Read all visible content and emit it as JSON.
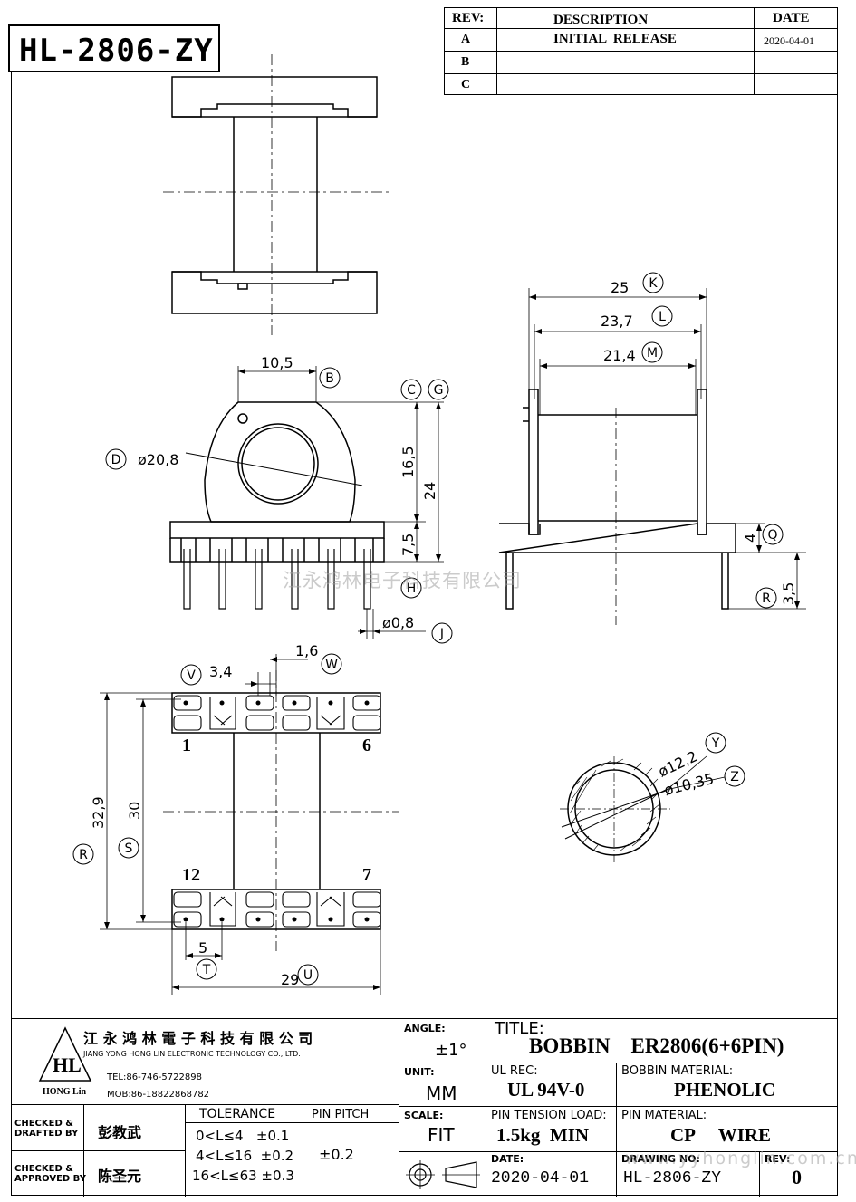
{
  "part_no": "HL-2806-ZY",
  "rev_table": {
    "headers": {
      "rev": "REV:",
      "desc": "DESCRIPTION",
      "date": "DATE"
    },
    "rows": [
      {
        "rev": "A",
        "desc": "INITIAL  RELEASE",
        "date": "2020-04-01"
      },
      {
        "rev": "B",
        "desc": "",
        "date": ""
      },
      {
        "rev": "C",
        "desc": "",
        "date": ""
      }
    ]
  },
  "dims": {
    "K": "25",
    "L": "23,7",
    "M": "21,4",
    "B": "10,5",
    "D": "ø20,8",
    "C": "16,5",
    "G": "24",
    "H": "7,5",
    "J": "ø0,8",
    "Q": "4",
    "R": "3,5",
    "V": "3,4",
    "W": "1,6",
    "R2": "32,9",
    "S": "30",
    "T": "5",
    "U": "29",
    "Y": "ø12,2",
    "Z": "ø10,35"
  },
  "balloons": {
    "K": "K",
    "L": "L",
    "M": "M",
    "B": "B",
    "C": "C",
    "G": "G",
    "D": "D",
    "H": "H",
    "J": "J",
    "Q": "Q",
    "R": "R",
    "V": "V",
    "W": "W",
    "S": "S",
    "T": "T",
    "U": "U",
    "Y": "Y",
    "Z": "Z"
  },
  "pins": {
    "p1": "1",
    "p6": "6",
    "p12": "12",
    "p7": "7"
  },
  "watermark": "江永鸿林电子科技有限公司",
  "watermark2": "www.yyhonglin.com.cn",
  "company": {
    "name_cn": "江 永 鸿 林 電 子 科 技 有 限 公 司",
    "name_en": "JIANG YONG HONG LIN ELECTRONIC TECHNOLOGY CO., LTD.",
    "tel": "TEL:86-746-5722898",
    "mob": "MOB:86-18822868782",
    "logo_text": "HL",
    "logo_sub": "HONG Lin"
  },
  "title_block": {
    "angle_label": "ANGLE:",
    "angle_value": "±1°",
    "title_label": "TITLE:",
    "title_value": "BOBBIN    ER2806(6+6PIN)",
    "unit_label": "UNIT:",
    "unit_value": "MM",
    "ulrec_label": "UL REC:",
    "ulrec_value": "UL 94V-0",
    "material_label": "BOBBIN MATERIAL:",
    "material_value": "PHENOLIC",
    "checked_drafted": "CHECKED &\nDRAFTED BY",
    "drafted_name": "彭教武",
    "tolerance_label": "TOLERANCE",
    "pinpitch_label": "PIN PITCH",
    "tol1": "0<L≤4   ±0.1",
    "tol2": "4<L≤16  ±0.2",
    "tol3": "16<L≤63 ±0.3",
    "pitch_value": "±0.2",
    "scale_label": "SCALE:",
    "scale_value": "FIT",
    "tension_label": "PIN TENSION LOAD:",
    "tension_value": "1.5kg  MIN",
    "pinmat_label": "PIN MATERIAL:",
    "pinmat_value": "CP     WIRE",
    "checked_approved": "CHECKED &\nAPPROVED BY",
    "approved_name": "陈圣元",
    "date_label": "DATE:",
    "date_value": "2020-04-01",
    "dwgno_label": "DRAWING NO:",
    "dwgno_value": "HL-2806-ZY",
    "rev_label": "REV:",
    "rev_value": "0"
  }
}
